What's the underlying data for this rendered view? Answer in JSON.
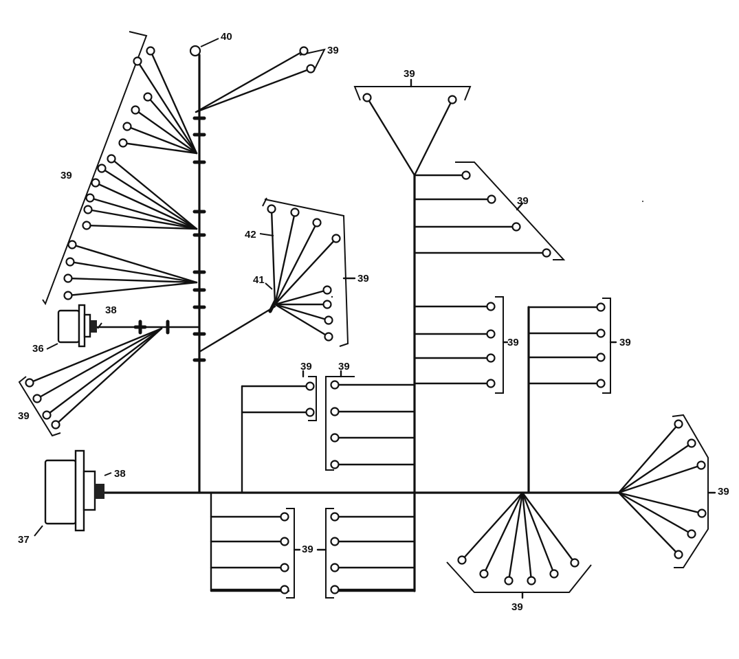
{
  "labels": {
    "harness_tag": "39",
    "top_terminal": "40",
    "clip": "41",
    "lead": "42",
    "connector_small": "38",
    "connector_large": "38",
    "receptacle_small": "36",
    "receptacle_large": "37"
  }
}
